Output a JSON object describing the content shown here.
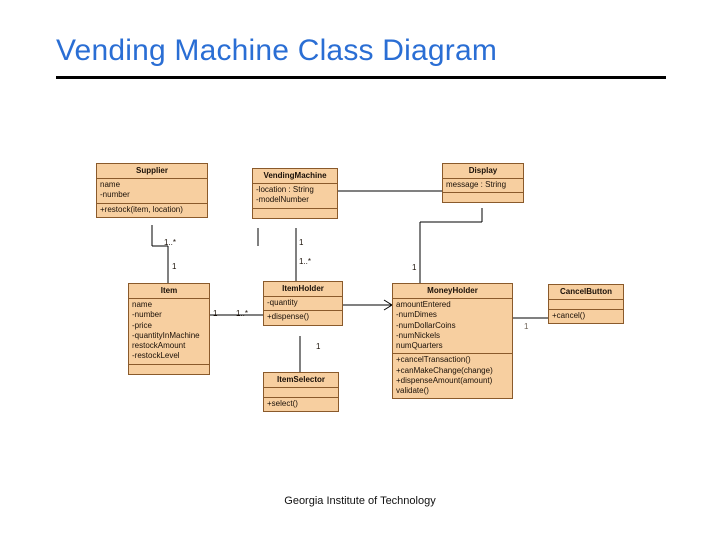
{
  "slide": {
    "title": "Vending Machine Class Diagram",
    "footer": "Georgia Institute of Technology",
    "accent_color": "#2a6ed4",
    "class_fill_color": "#f7cfa0",
    "class_border_color": "#8a5a2b",
    "rule_color": "#000000"
  },
  "diagram": {
    "type": "uml-class-diagram",
    "classes": [
      {
        "id": "supplier",
        "name": "Supplier",
        "attributes": [
          "name",
          "-number"
        ],
        "operations": [
          "+restock(item, location)"
        ]
      },
      {
        "id": "vending-machine",
        "name": "VendingMachine",
        "attributes": [
          "-location : String",
          "-modelNumber"
        ],
        "operations": []
      },
      {
        "id": "display",
        "name": "Display",
        "attributes": [
          "message : String"
        ],
        "operations": []
      },
      {
        "id": "item",
        "name": "Item",
        "attributes": [
          "name",
          "-number",
          "-price",
          "-quantityInMachine",
          "restockAmount",
          "-restockLevel"
        ],
        "operations": []
      },
      {
        "id": "item-holder",
        "name": "ItemHolder",
        "attributes": [
          "-quantity"
        ],
        "operations": [
          "+dispense()"
        ]
      },
      {
        "id": "money-holder",
        "name": "MoneyHolder",
        "attributes": [
          "amountEntered",
          "-numDimes",
          "-numDollarCoins",
          "-numNickels",
          "numQuarters"
        ],
        "operations": [
          "+cancelTransaction()",
          "+canMakeChange(change)",
          "+dispenseAmount(amount)",
          "validate()"
        ]
      },
      {
        "id": "cancel-button",
        "name": "CancelButton",
        "attributes": [],
        "operations": [
          "+cancel()"
        ]
      },
      {
        "id": "item-selector",
        "name": "ItemSelector",
        "attributes": [],
        "operations": [
          "+select()"
        ]
      }
    ],
    "multiplicities": [
      {
        "id": "m1",
        "label": "1..*"
      },
      {
        "id": "m2",
        "label": "1"
      },
      {
        "id": "m3",
        "label": "1"
      },
      {
        "id": "m4",
        "label": "1..*"
      },
      {
        "id": "m5",
        "label": "1"
      },
      {
        "id": "m6",
        "label": "1..*"
      },
      {
        "id": "m7",
        "label": "1"
      },
      {
        "id": "m8",
        "label": "1"
      },
      {
        "id": "m9",
        "label": "1"
      }
    ]
  }
}
